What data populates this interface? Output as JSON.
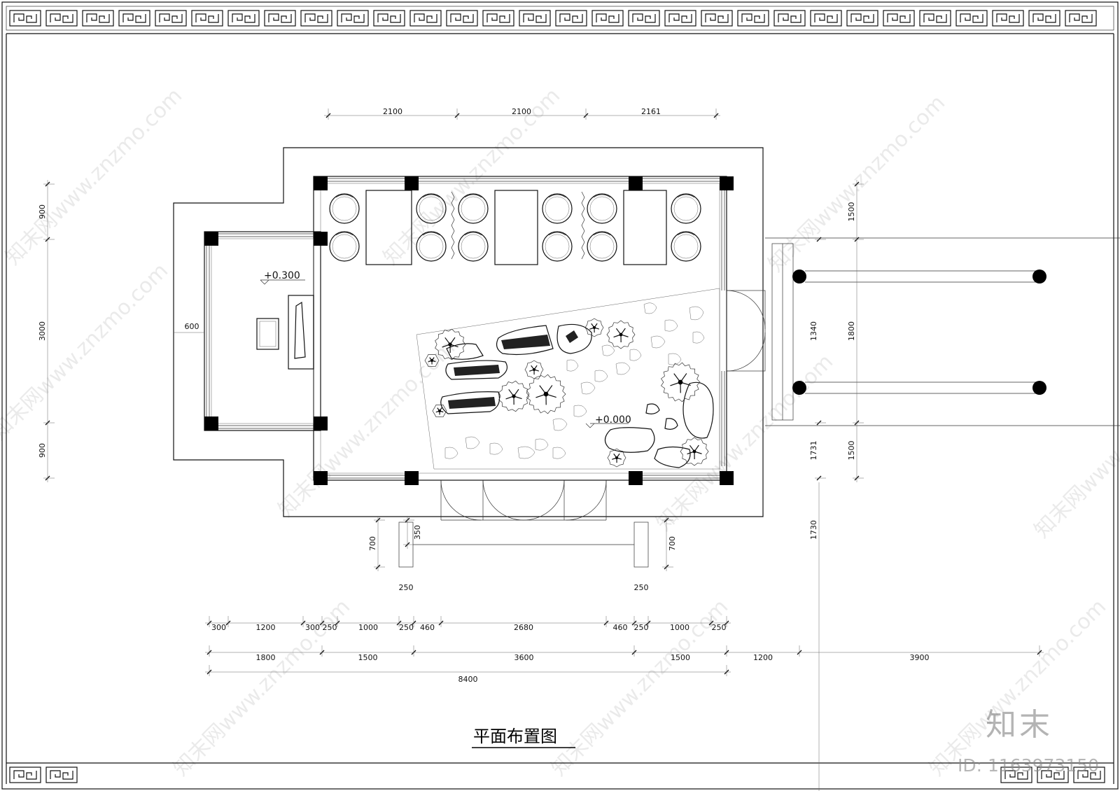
{
  "drawing": {
    "title": "平面布置图",
    "levels": [
      "+0.300",
      "+0.000"
    ],
    "watermark_text": "知末网www.znzmo.com",
    "brand": "知末",
    "id_label": "ID: 1163973150"
  },
  "dimensions": {
    "top": [
      "2100",
      "2100",
      "2161"
    ],
    "left": [
      "900",
      "3000",
      "900"
    ],
    "inner_left": "600",
    "right_inner": [
      "1730",
      "1340",
      "1731"
    ],
    "right_outer": [
      "1500",
      "1800",
      "1500"
    ],
    "porch": [
      "700",
      "350",
      "700",
      "250",
      "250"
    ],
    "bottom_row1": [
      "300",
      "1200",
      "300",
      "250",
      "1000",
      "250",
      "460",
      "2680",
      "460",
      "250",
      "1000",
      "250"
    ],
    "bottom_row2": [
      "1800",
      "1500",
      "3600",
      "1500",
      "1200",
      "3900"
    ],
    "bottom_total": "8400"
  }
}
